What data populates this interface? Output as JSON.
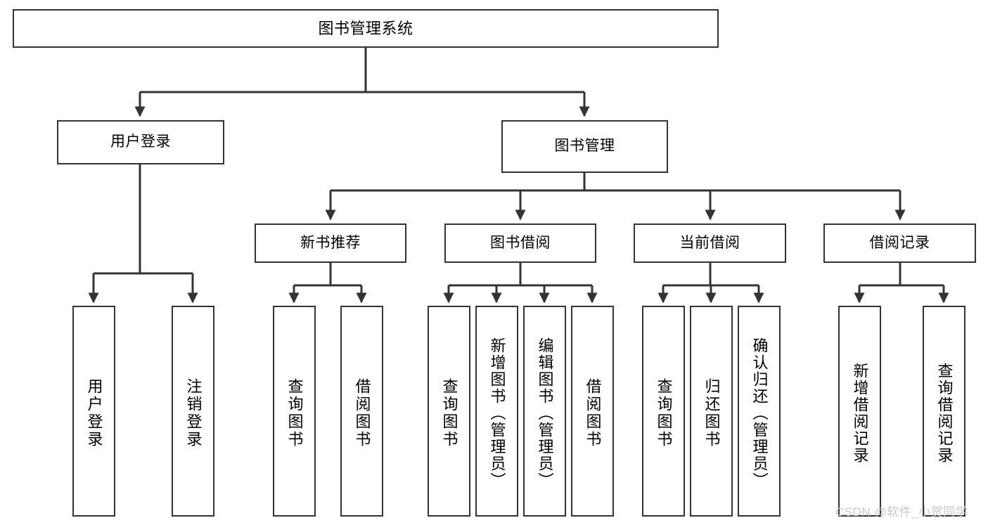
{
  "diagram": {
    "title": "图书管理系统",
    "type": "hierarchy-tree",
    "root": {
      "id": "root",
      "label": "图书管理系统"
    },
    "level2": [
      {
        "id": "user-login",
        "label": "用户登录"
      },
      {
        "id": "book-manage",
        "label": "图书管理"
      }
    ],
    "level3": [
      {
        "id": "new-book-recommend",
        "label": "新书推荐",
        "parent": "book-manage"
      },
      {
        "id": "book-borrow",
        "label": "图书借阅",
        "parent": "book-manage"
      },
      {
        "id": "current-borrow",
        "label": "当前借阅",
        "parent": "book-manage"
      },
      {
        "id": "borrow-record",
        "label": "借阅记录",
        "parent": "book-manage"
      }
    ],
    "leaves": [
      {
        "id": "leaf-user-login",
        "label": "用户登录",
        "parent": "user-login"
      },
      {
        "id": "leaf-user-logout",
        "label": "注销登录",
        "parent": "user-login"
      },
      {
        "id": "leaf-query-book-1",
        "label": "查询图书",
        "parent": "new-book-recommend"
      },
      {
        "id": "leaf-borrow-book-1",
        "label": "借阅图书",
        "parent": "new-book-recommend"
      },
      {
        "id": "leaf-query-book-2",
        "label": "查询图书",
        "parent": "book-borrow"
      },
      {
        "id": "leaf-add-book",
        "label": "新增图书（管理员）",
        "parent": "book-borrow"
      },
      {
        "id": "leaf-edit-book",
        "label": "编辑图书（管理员）",
        "parent": "book-borrow"
      },
      {
        "id": "leaf-borrow-book-2",
        "label": "借阅图书",
        "parent": "book-borrow"
      },
      {
        "id": "leaf-query-book-3",
        "label": "查询图书",
        "parent": "current-borrow"
      },
      {
        "id": "leaf-return-book",
        "label": "归还图书",
        "parent": "current-borrow"
      },
      {
        "id": "leaf-confirm-return",
        "label": "确认归还（管理员）",
        "parent": "current-borrow"
      },
      {
        "id": "leaf-add-record",
        "label": "新增借阅记录",
        "parent": "borrow-record"
      },
      {
        "id": "leaf-query-record",
        "label": "查询借阅记录",
        "parent": "borrow-record"
      }
    ],
    "colors": {
      "box_border": "#333333",
      "box_fill": "#ffffff",
      "connector": "#333333",
      "text": "#000000",
      "watermark": "#c9c9c9"
    }
  },
  "watermark": {
    "text": "CSDN @软件_小贺同学"
  }
}
